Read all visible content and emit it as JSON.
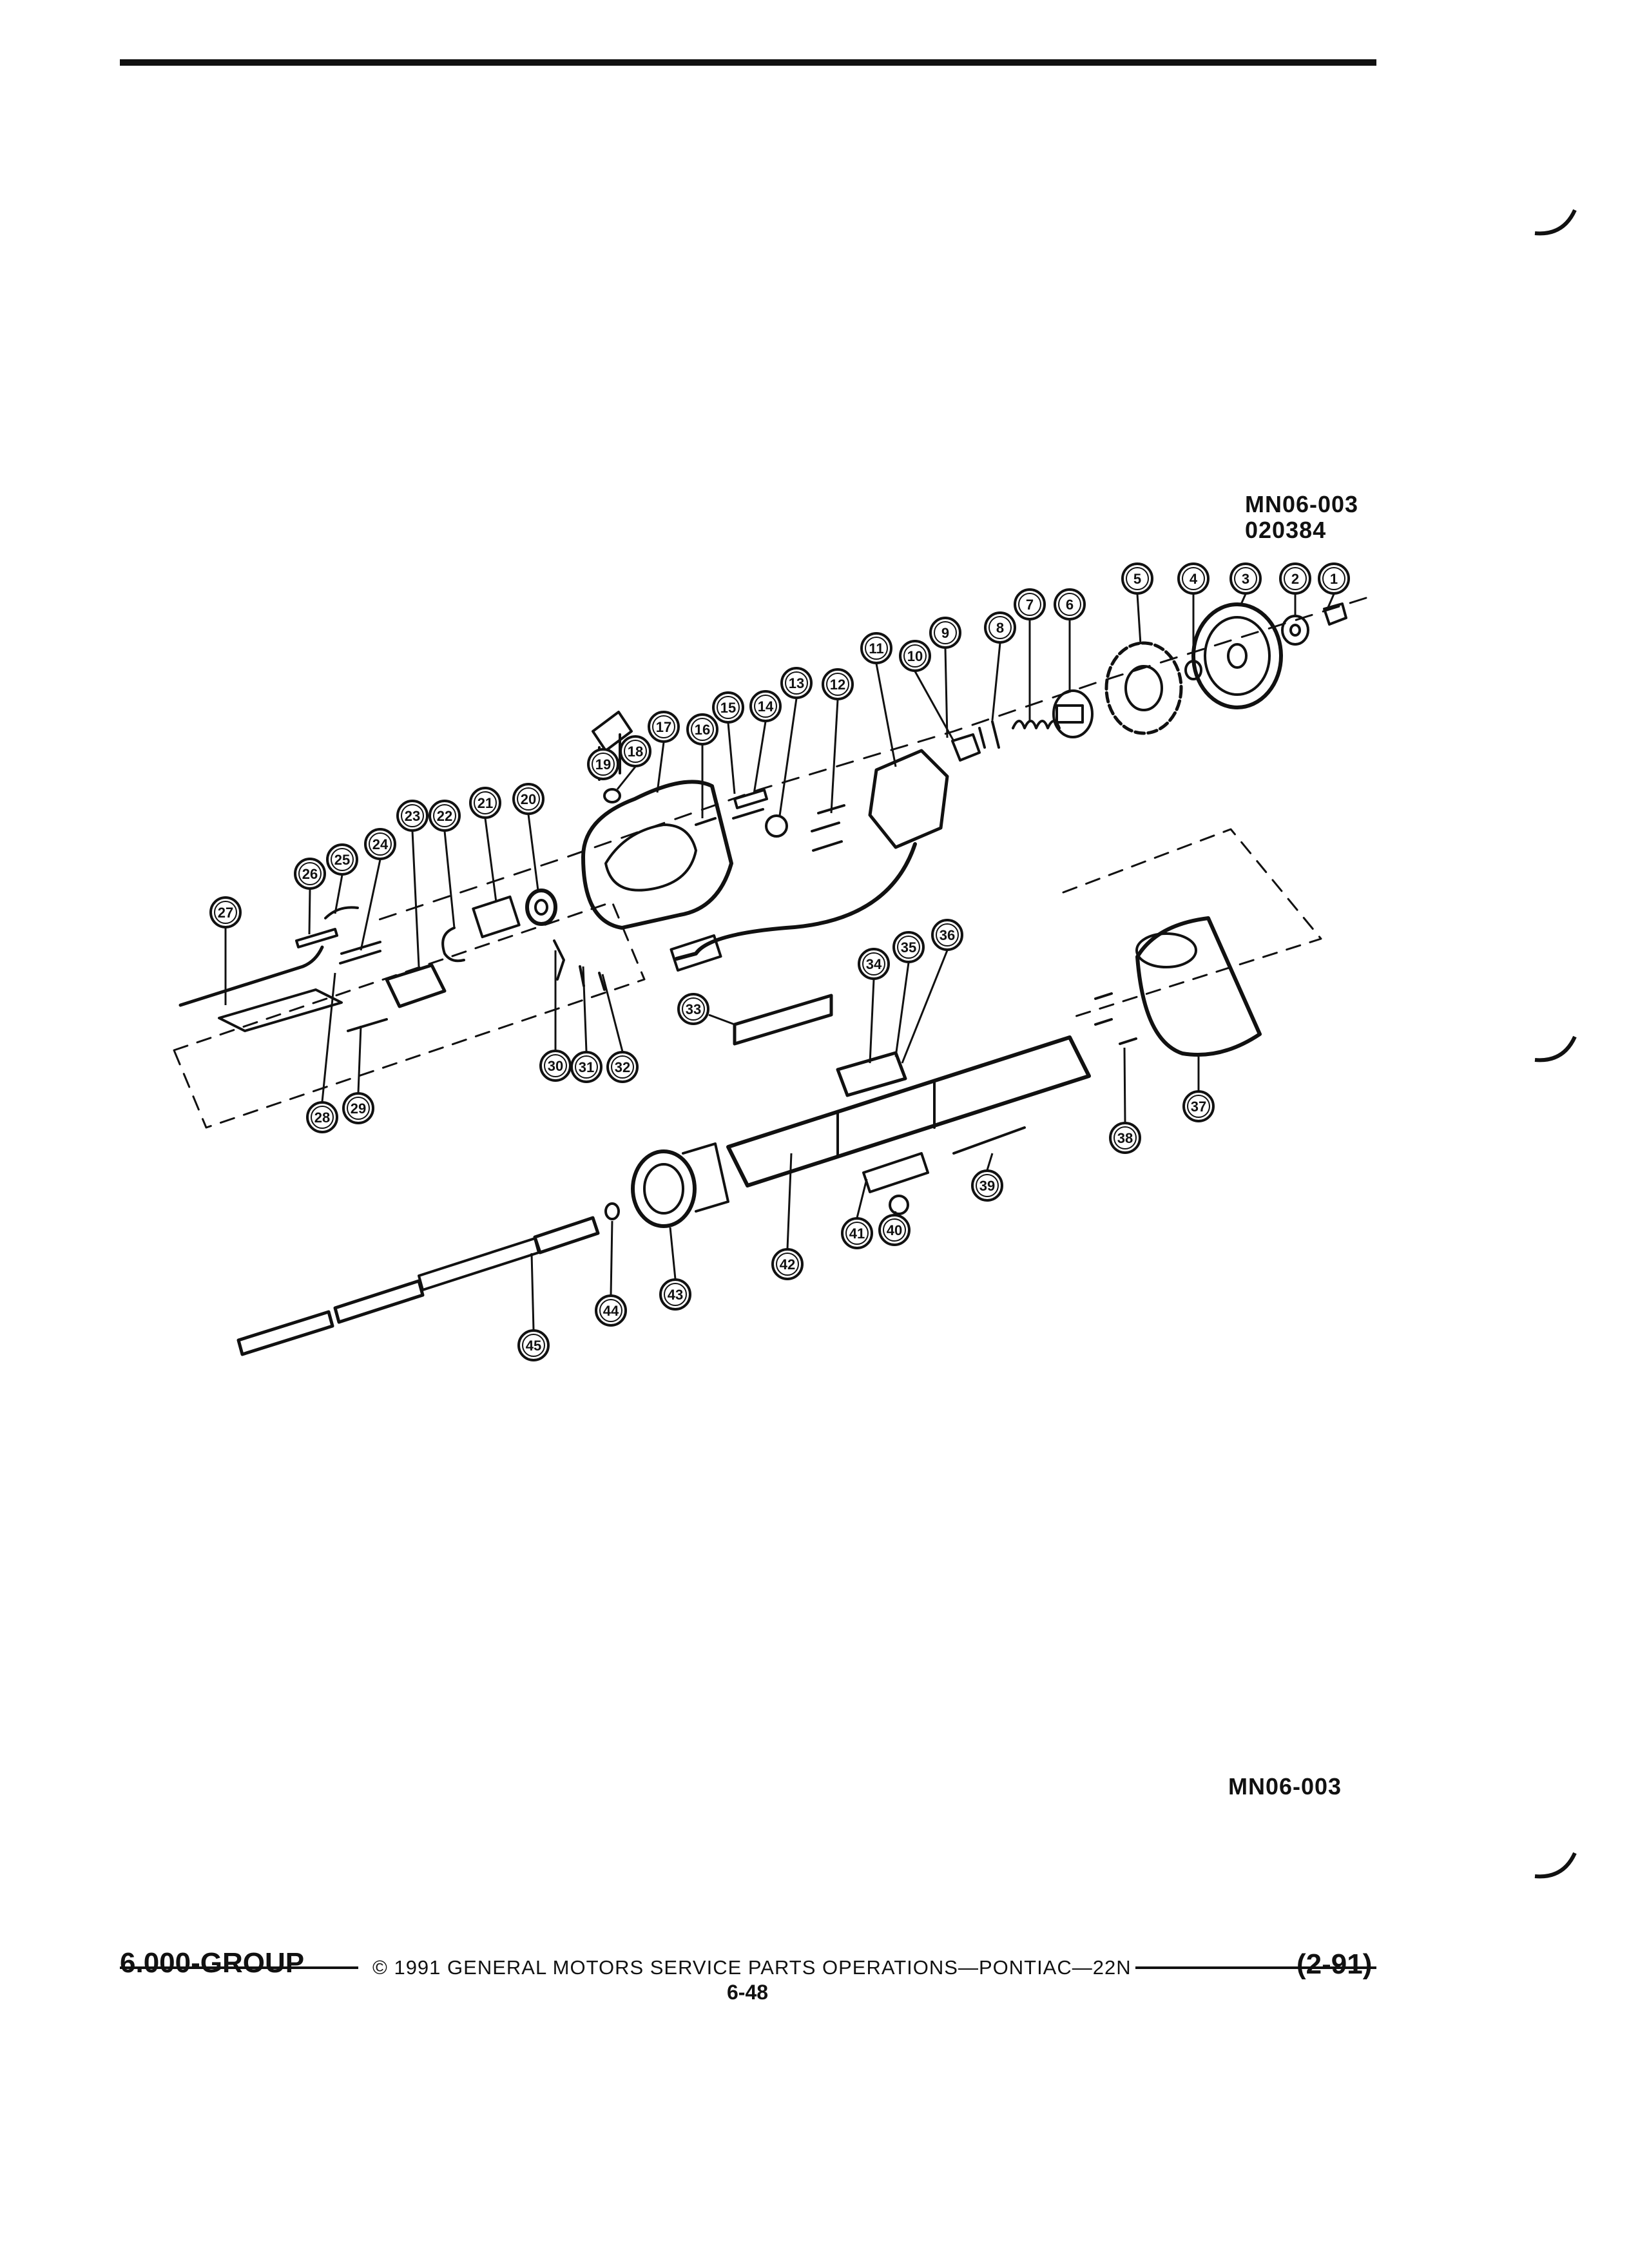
{
  "header": {
    "drawing_number": "MN06-003",
    "drawing_date_code": "020384"
  },
  "diagram": {
    "reference_label": "MN06-003",
    "callouts": [
      "1",
      "2",
      "3",
      "4",
      "5",
      "6",
      "7",
      "8",
      "9",
      "10",
      "11",
      "12",
      "13",
      "14",
      "15",
      "16",
      "17",
      "18",
      "19",
      "20",
      "21",
      "22",
      "23",
      "24",
      "25",
      "26",
      "27",
      "28",
      "29",
      "30",
      "31",
      "32",
      "33",
      "34",
      "35",
      "36",
      "37",
      "38",
      "39",
      "40",
      "41",
      "42",
      "43",
      "44",
      "45"
    ]
  },
  "footer": {
    "group": "6.000-GROUP",
    "copyright": "© 1991 GENERAL MOTORS SERVICE PARTS OPERATIONS—PONTIAC—22N",
    "page": "6-48",
    "date": "(2-91)"
  }
}
